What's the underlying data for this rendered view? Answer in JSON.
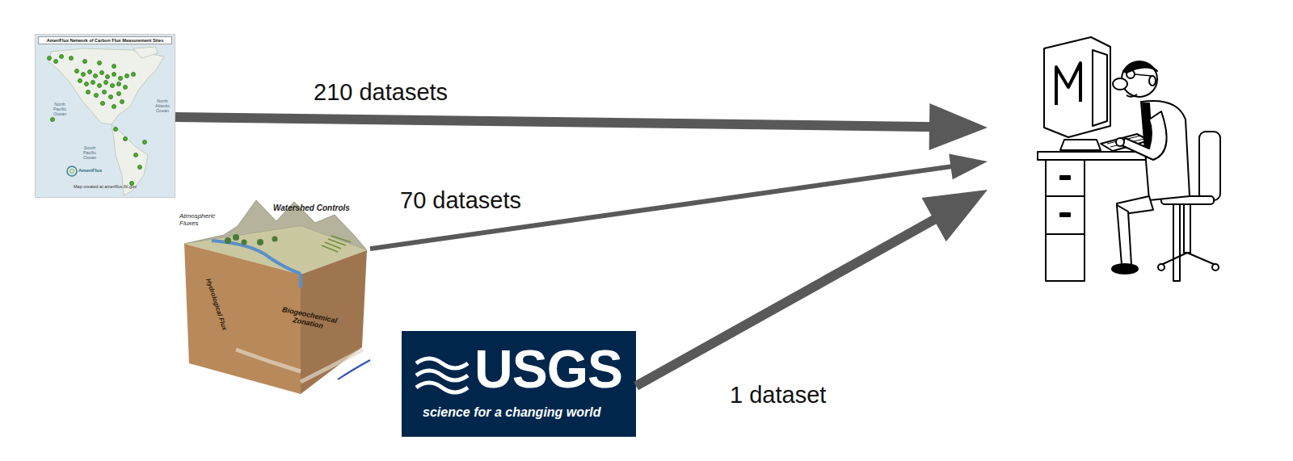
{
  "diagram": {
    "nodes": [
      {
        "text": [
          "AmeriFlux Network of Carbon Flux Measurement Sites",
          "North Pacific Ocean",
          "North Atlantic Ocean",
          "South Pacific Ocean",
          "AmeriFlux",
          "Map created at ameriflux.lbl.gov"
        ]
      },
      {
        "text": [
          "Watershed Controls",
          "Atmospheric Fluxes",
          "Hydrological Flux",
          "Biogeochemical Zonation"
        ]
      },
      {
        "text": [
          "USGS",
          "science for a changing world"
        ]
      },
      {
        "text": []
      }
    ],
    "edges": [
      {
        "from": 0,
        "to": 3,
        "arrow": "to",
        "label": "210 datasets"
      },
      {
        "from": 1,
        "to": 3,
        "arrow": "to",
        "label": "70 datasets"
      },
      {
        "from": 2,
        "to": 3,
        "arrow": "to",
        "label": "1 dataset"
      }
    ]
  }
}
